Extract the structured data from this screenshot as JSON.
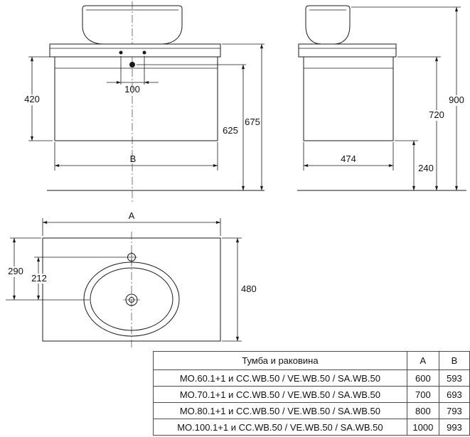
{
  "ink": "#1a1a1a",
  "front_view": {
    "cabinet_height": "420",
    "hole_spacing": "100",
    "drain_height": "625",
    "countertop_height": "675",
    "width_label": "B"
  },
  "side_view": {
    "total_height": "900",
    "cabinet_top_height": "720",
    "cabinet_depth": "474",
    "floor_clearance": "240"
  },
  "top_view": {
    "width_label": "A",
    "basin_center_offset": "290",
    "faucet_offset": "212",
    "counter_depth": "480"
  },
  "table": {
    "headers": [
      "Тумба и раковина",
      "A",
      "B"
    ],
    "rows": [
      {
        "name": "MO.60.1+1 и CC.WB.50 / VE.WB.50 / SA.WB.50",
        "a": "600",
        "b": "593"
      },
      {
        "name": "MO.70.1+1 и CC.WB.50 / VE.WB.50 / SA.WB.50",
        "a": "700",
        "b": "693"
      },
      {
        "name": "MO.80.1+1 и CC.WB.50 / VE.WB.50 / SA.WB.50",
        "a": "800",
        "b": "793"
      },
      {
        "name": "MO.100.1+1 и CC.WB.50 / VE.WB.50 / SA.WB.50",
        "a": "1000",
        "b": "993"
      }
    ]
  }
}
